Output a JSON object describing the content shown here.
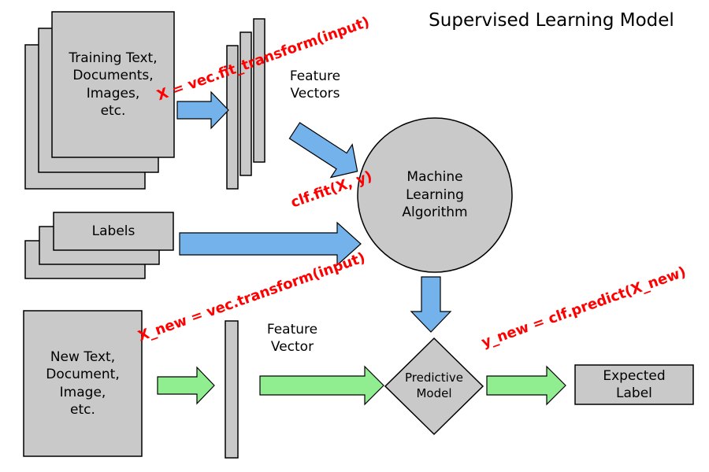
{
  "title": "Supervised Learning Model",
  "colors": {
    "shape_fill": "#c9c9c9",
    "shape_stroke": "#000000",
    "arrow_blue": "#74b2ec",
    "arrow_green": "#90ee90",
    "annotation_red": "#ff0000"
  },
  "nodes": {
    "training_documents": {
      "label": "Training Text,\nDocuments,\nImages,\netc."
    },
    "feature_vectors": {
      "label": "Feature\nVectors"
    },
    "ml_algorithm": {
      "label": "Machine\nLearning\nAlgorithm"
    },
    "labels": {
      "label": "Labels"
    },
    "new_document": {
      "label": "New Text,\nDocument,\nImage,\netc."
    },
    "feature_vector": {
      "label": "Feature\nVector"
    },
    "predictive_model": {
      "label": "Predictive\nModel"
    },
    "expected_label": {
      "label": "Expected\nLabel"
    }
  },
  "annotations": {
    "fit_transform": "X = vec.fit_transform(input)",
    "clf_fit": "clf.fit(X, y)",
    "transform": "X_new = vec.transform(input)",
    "predict": "y_new = clf.predict(X_new)"
  }
}
